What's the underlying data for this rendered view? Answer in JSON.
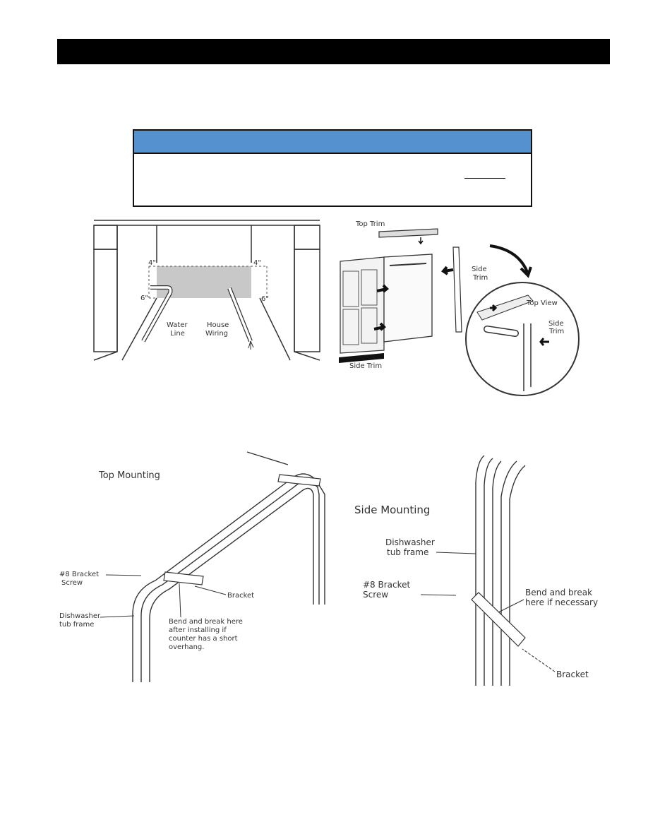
{
  "figures": {
    "cabinet_opening": {
      "dim_left_top": "4\"",
      "dim_right_top": "4\"",
      "dim_left_side": "6\"",
      "dim_right_side": "6\"",
      "water_line": [
        "Water",
        "Line"
      ],
      "house_wiring": [
        "House",
        "Wiring"
      ]
    },
    "trim": {
      "top_trim": "Top Trim",
      "side_trim_right": [
        "Side",
        "Trim"
      ],
      "top_view": "Top View",
      "side_trim_inset": [
        "Side",
        "Trim"
      ],
      "side_trim_bottom": "Side Trim"
    },
    "top_mounting": {
      "title": "Top Mounting",
      "screw": [
        "#8 Bracket",
        "Screw"
      ],
      "bracket": "Bracket",
      "tub_frame": [
        "Dishwasher",
        "tub frame"
      ],
      "bend_note": [
        "Bend and break here",
        "after installing if",
        "counter has a short",
        "overhang."
      ]
    },
    "side_mounting": {
      "title": "Side Mounting",
      "tub_frame": [
        "Dishwasher",
        "tub frame"
      ],
      "screw": [
        "#8 Bracket",
        "Screw"
      ],
      "bend_note": [
        "Bend and break",
        "here if necessary"
      ],
      "bracket": "Bracket"
    }
  }
}
